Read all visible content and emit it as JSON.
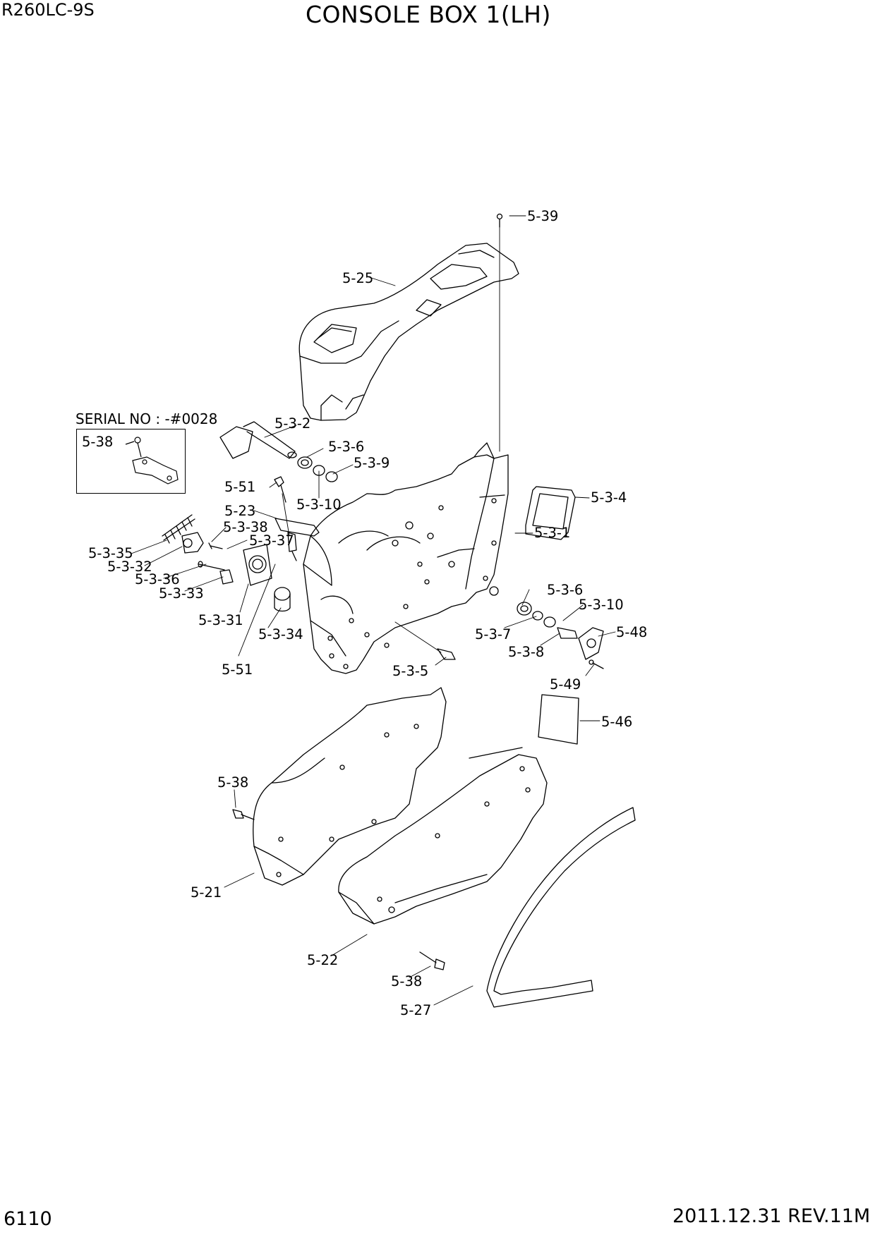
{
  "header": {
    "model": "R260LC-9S",
    "title": "CONSOLE BOX 1(LH)"
  },
  "footer": {
    "page_number": "6110",
    "revision": "2011.12.31  REV.11M"
  },
  "inset": {
    "note": "SERIAL NO : -#0028",
    "part": "5-38"
  },
  "parts": {
    "p5_39": "5-39",
    "p5_25": "5-25",
    "p5_3_2": "5-3-2",
    "p5_3_6a": "5-3-6",
    "p5_3_9": "5-3-9",
    "p5_51a": "5-51",
    "p5_3_10a": "5-3-10",
    "p5_3_4": "5-3-4",
    "p5_23": "5-23",
    "p5_3_38": "5-3-38",
    "p5_3_37": "5-3-37",
    "p5_3_1": "5-3-1",
    "p5_3_35": "5-3-35",
    "p5_3_32": "5-3-32",
    "p5_3_36": "5-3-36",
    "p5_3_33": "5-3-33",
    "p5_3_6b": "5-3-6",
    "p5_3_10b": "5-3-10",
    "p5_3_31": "5-3-31",
    "p5_48": "5-48",
    "p5_3_7": "5-3-7",
    "p5_3_34": "5-3-34",
    "p5_3_8": "5-3-8",
    "p5_51b": "5-51",
    "p5_3_5": "5-3-5",
    "p5_49": "5-49",
    "p5_46": "5-46",
    "p5_38a": "5-38",
    "p5_21": "5-21",
    "p5_22": "5-22",
    "p5_38b": "5-38",
    "p5_27": "5-27"
  }
}
